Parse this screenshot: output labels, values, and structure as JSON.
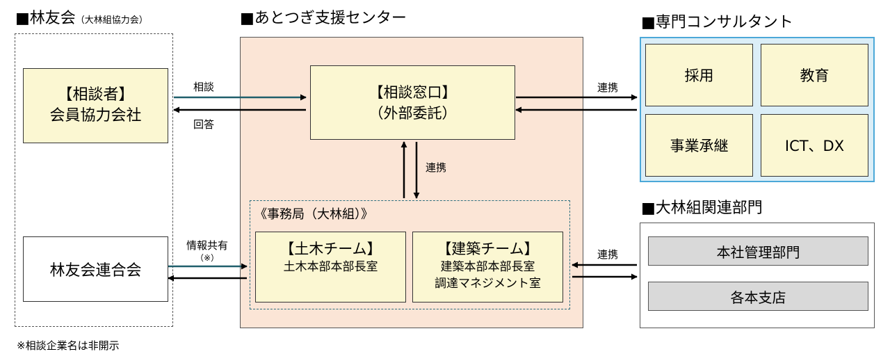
{
  "rinyukai": {
    "title": "■林友会",
    "title_sub": "（大林組協力会）",
    "consultant_box": {
      "line1": "【相談者】",
      "line2": "会員協力会社"
    },
    "federation_box": {
      "label": "林友会連合会"
    }
  },
  "center": {
    "title": "■あとつぎ支援センター",
    "window_box": {
      "line1": "【相談窓口】",
      "line2": "（外部委託）"
    },
    "secretariat": {
      "label": "《事務局（大林組）》",
      "civil": {
        "title": "【土木チーム】",
        "line1": "土木本部本部長室"
      },
      "building": {
        "title": "【建築チーム】",
        "line1": "建築本部本部長室",
        "line2": "調達マネジメント室"
      }
    }
  },
  "consultants": {
    "title": "■専門コンサルタント",
    "items": [
      "採用",
      "教育",
      "事業承継",
      "ICT、DX"
    ]
  },
  "departments": {
    "title": "■大林組関連部門",
    "items": [
      "本社管理部門",
      "各本支店"
    ]
  },
  "arrows": {
    "soudan": "相談",
    "kaitou": "回答",
    "renkei": "連携",
    "info_share": "情報共有",
    "info_share_note": "（※）"
  },
  "footnote": "※相談企業名は非開示",
  "colors": {
    "center_bg": "#fbe5d6",
    "box_yellow": "#fbf7d2",
    "consultant_bg": "#dbeef7",
    "consultant_border": "#4ba8d8",
    "dept_item_bg": "#d9d9d9",
    "secretariat_border": "#2e6f7f"
  }
}
